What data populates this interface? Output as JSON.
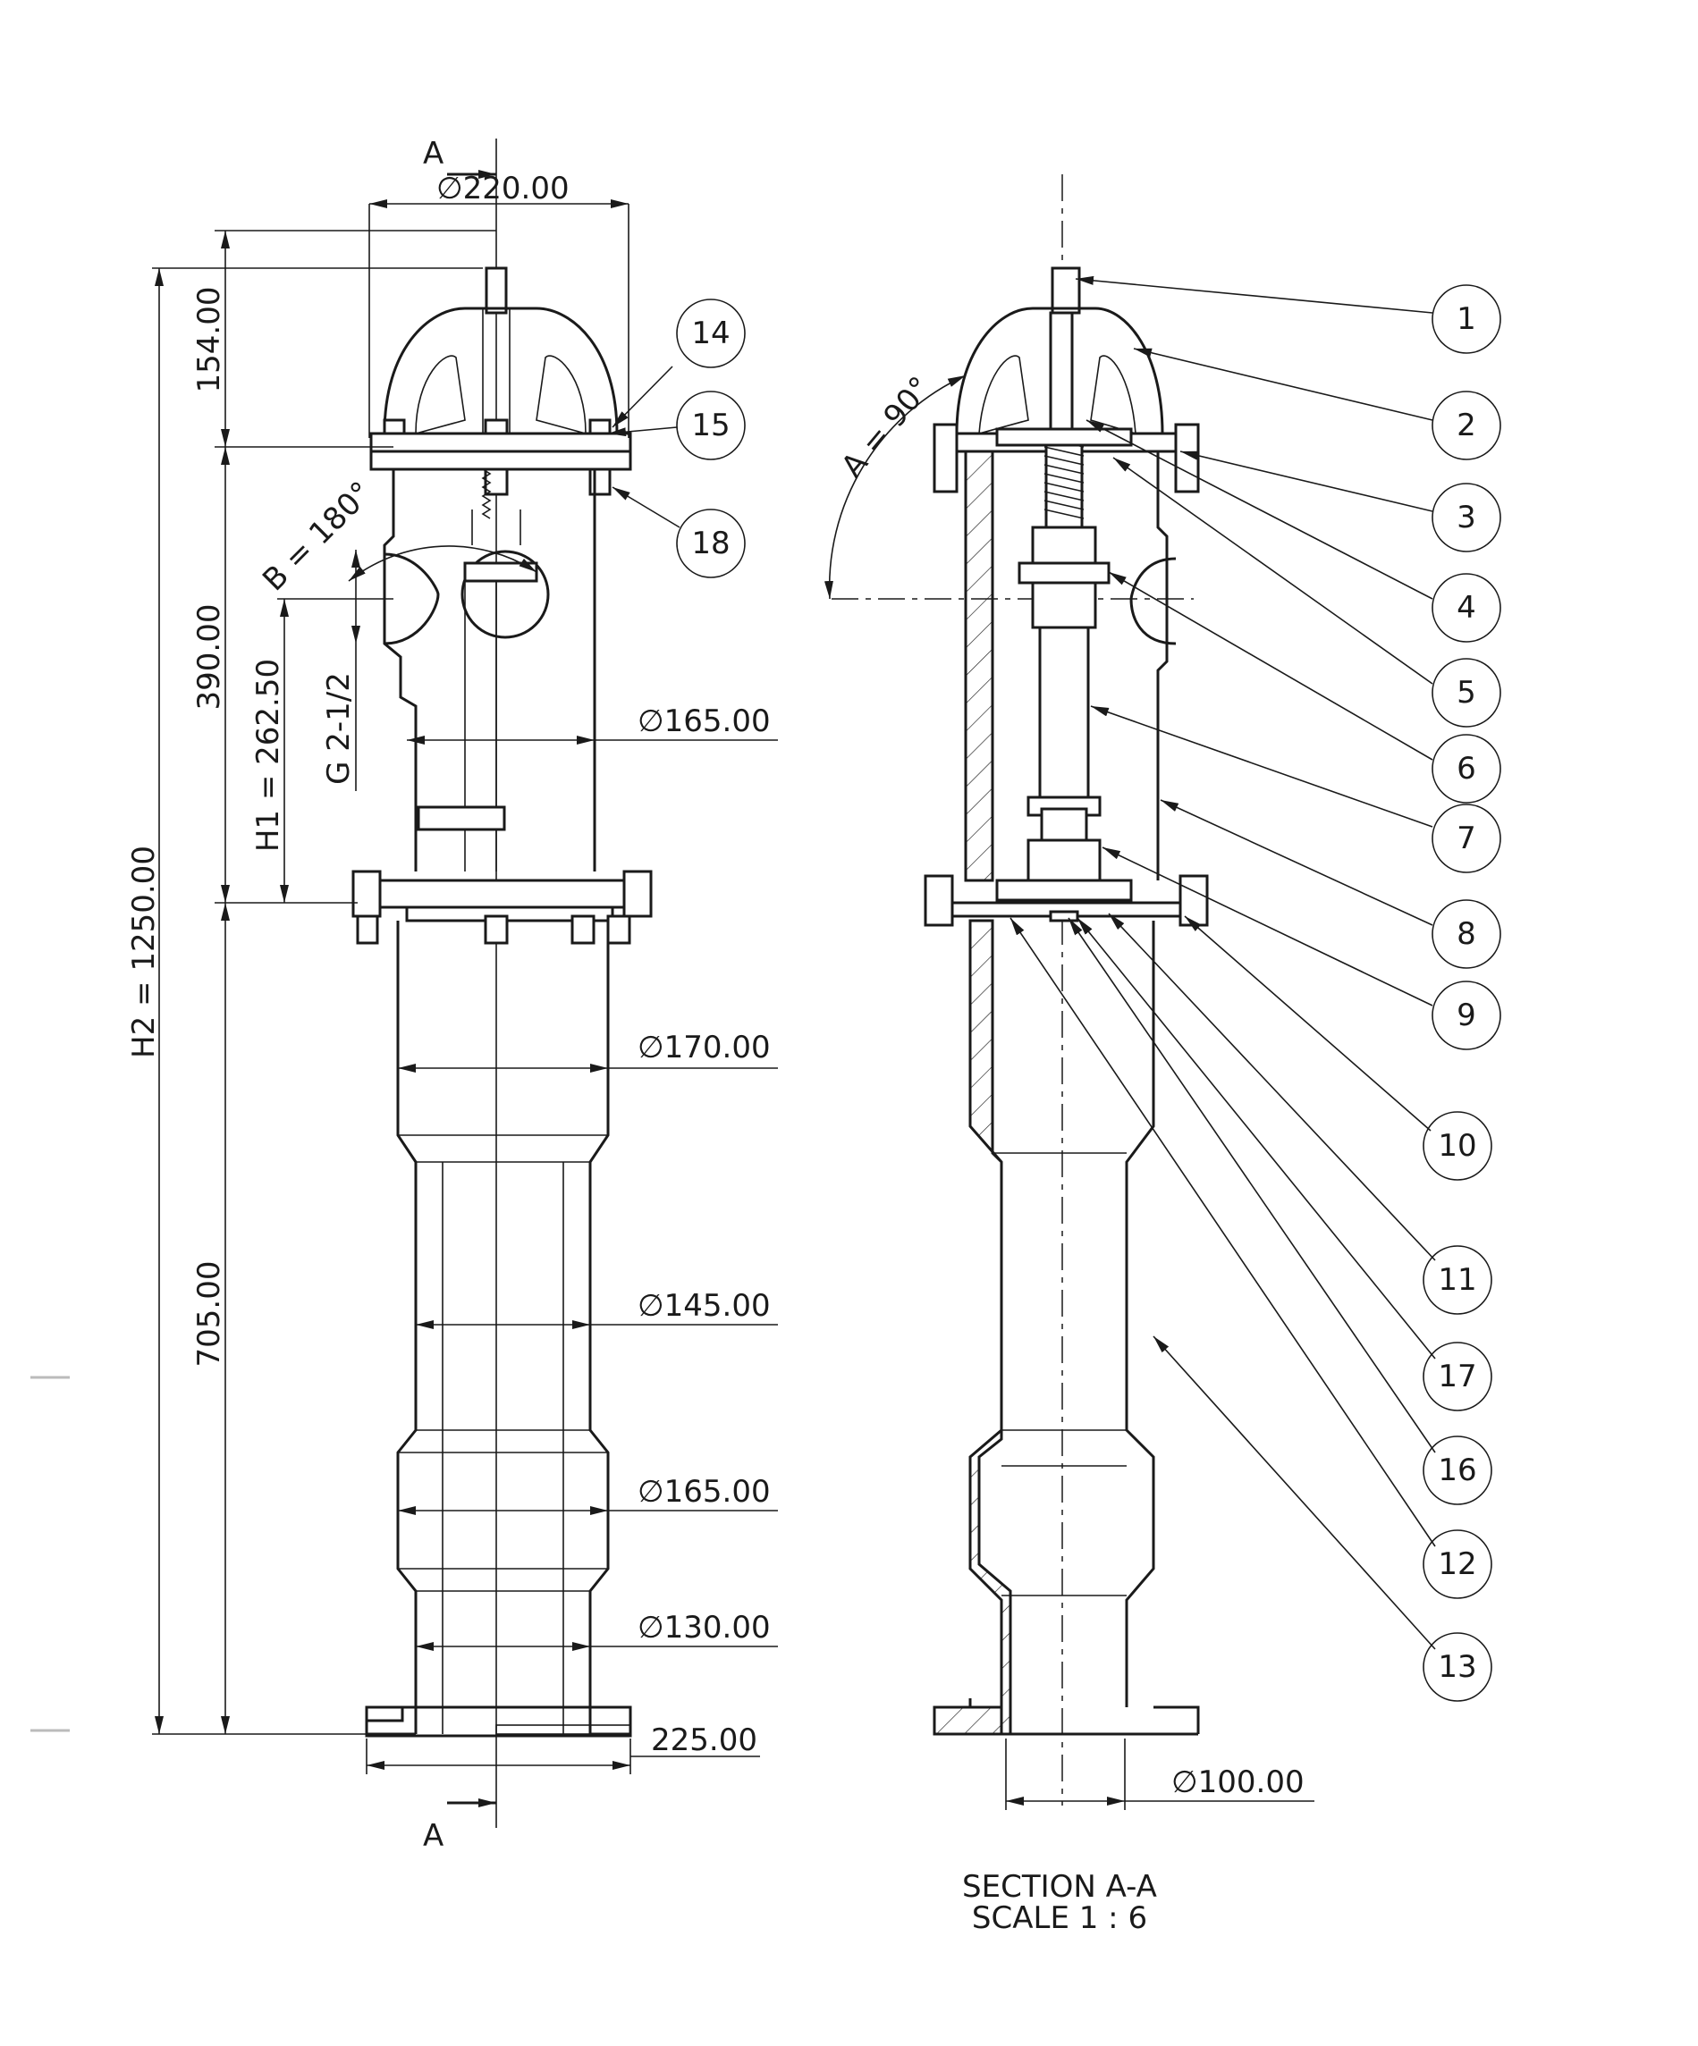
{
  "front_view": {
    "section_marker": "A",
    "dims": {
      "top_diameter": "220.00",
      "top_height": "154.00",
      "mid_height": "390.00",
      "low_height": "705.00",
      "total_height": "H2 = 1250.00",
      "h1": "H1 = 262.50",
      "thread": "G 2-1/2",
      "angle_b": "B = 180°",
      "d165a": "165.00",
      "d170": "170.00",
      "d145": "145.00",
      "d165b": "165.00",
      "d130": "130.00",
      "base_width": "225.00"
    },
    "balloons": [
      "14",
      "15",
      "18"
    ]
  },
  "section_view": {
    "angle_a": "A = 90°",
    "outlet_diameter": "100.00",
    "title": "SECTION A-A",
    "scale": "SCALE 1 : 6",
    "balloons": [
      "1",
      "2",
      "3",
      "4",
      "5",
      "6",
      "7",
      "8",
      "9",
      "10",
      "11",
      "17",
      "16",
      "12",
      "13"
    ]
  },
  "symbols": {
    "diameter": "∅"
  }
}
